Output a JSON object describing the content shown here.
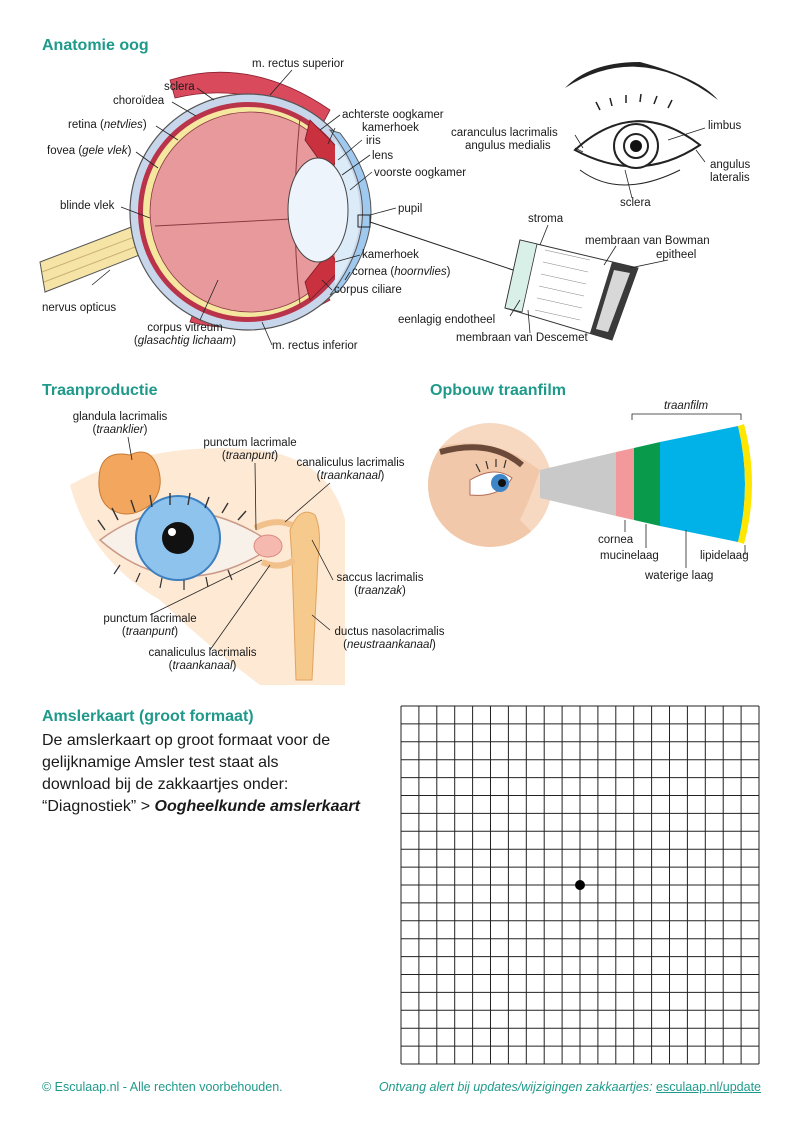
{
  "sections": {
    "anatomie": {
      "title": "Anatomie oog",
      "labels": {
        "m_rectus_superior": "m. rectus superior",
        "sclera": "sclera",
        "choroidea": "choroïdea",
        "retina": "retina",
        "retina_alt": "netvlies",
        "fovea": "fovea",
        "fovea_alt": "gele vlek",
        "blinde_vlek": "blinde vlek",
        "nervus_opticus": "nervus opticus",
        "corpus_vitreum": "corpus vitreum",
        "corpus_vitreum_alt": "glasachtig lichaam",
        "m_rectus_inferior": "m. rectus inferior",
        "achterste_oogkamer": "achterste oogkamer",
        "kamerhoek_top": "kamerhoek",
        "iris": "iris",
        "lens": "lens",
        "voorste_oogkamer": "voorste oogkamer",
        "pupil": "pupil",
        "kamerhoek_bottom": "kamerhoek",
        "cornea": "cornea",
        "cornea_alt": "hoornvlies",
        "corpus_ciliare": "corpus ciliare",
        "caranculus": "caranculus lacrimalis",
        "angulus_medialis": "angulus medialis",
        "limbus": "limbus",
        "angulus_lateralis_1": "angulus",
        "angulus_lateralis_2": "lateralis",
        "sclera2": "sclera",
        "stroma": "stroma",
        "membraan_bowman": "membraan van Bowman",
        "epitheel": "epitheel",
        "eenlagig_endotheel": "eenlagig endotheel",
        "membraan_descemet": "membraan van Descemet"
      }
    },
    "traan": {
      "title": "Traanproductie",
      "labels": {
        "glandula": "glandula lacrimalis",
        "glandula_alt": "traanklier",
        "punctum_top": "punctum lacrimale",
        "punctum_top_alt": "traanpunt",
        "canaliculus_top": "canaliculus lacrimalis",
        "canaliculus_top_alt": "traankanaal",
        "saccus": "saccus lacrimalis",
        "saccus_alt": "traanzak",
        "punctum_bottom": "punctum lacrimale",
        "punctum_bottom_alt": "traanpunt",
        "ductus": "ductus nasolacrimalis",
        "ductus_alt": "neustraankanaal",
        "canaliculus_bottom": "canaliculus lacrimalis",
        "canaliculus_bottom_alt": "traankanaal"
      }
    },
    "traanfilm": {
      "title": "Opbouw traanfilm",
      "labels": {
        "traanfilm": "traanfilm",
        "cornea": "cornea",
        "mucinelaag": "mucinelaag",
        "waterige_laag": "waterige laag",
        "lipidelaag": "lipidelaag"
      },
      "colors": {
        "cornea": "#f4999b",
        "mucine": "#0a9a4c",
        "water": "#00b2e8",
        "lipide": "#ffe600"
      }
    },
    "amsler": {
      "title": "Amslerkaart (groot formaat)",
      "line1": "De amslerkaart op groot formaat voor de",
      "line2": "gelijknamige Amsler test staat als",
      "line3": "download bij de zakkaartjes onder:",
      "line4_prefix": "“Diagnostiek” > ",
      "line4_bold": "Oogheelkunde amslerkaart"
    }
  },
  "footer": {
    "left": "© Esculaap.nl - Alle rechten voorbehouden.",
    "right_text": "Ontvang alert bij updates/wijzigingen zakkaartjes: ",
    "right_link": "esculaap.nl/update"
  }
}
